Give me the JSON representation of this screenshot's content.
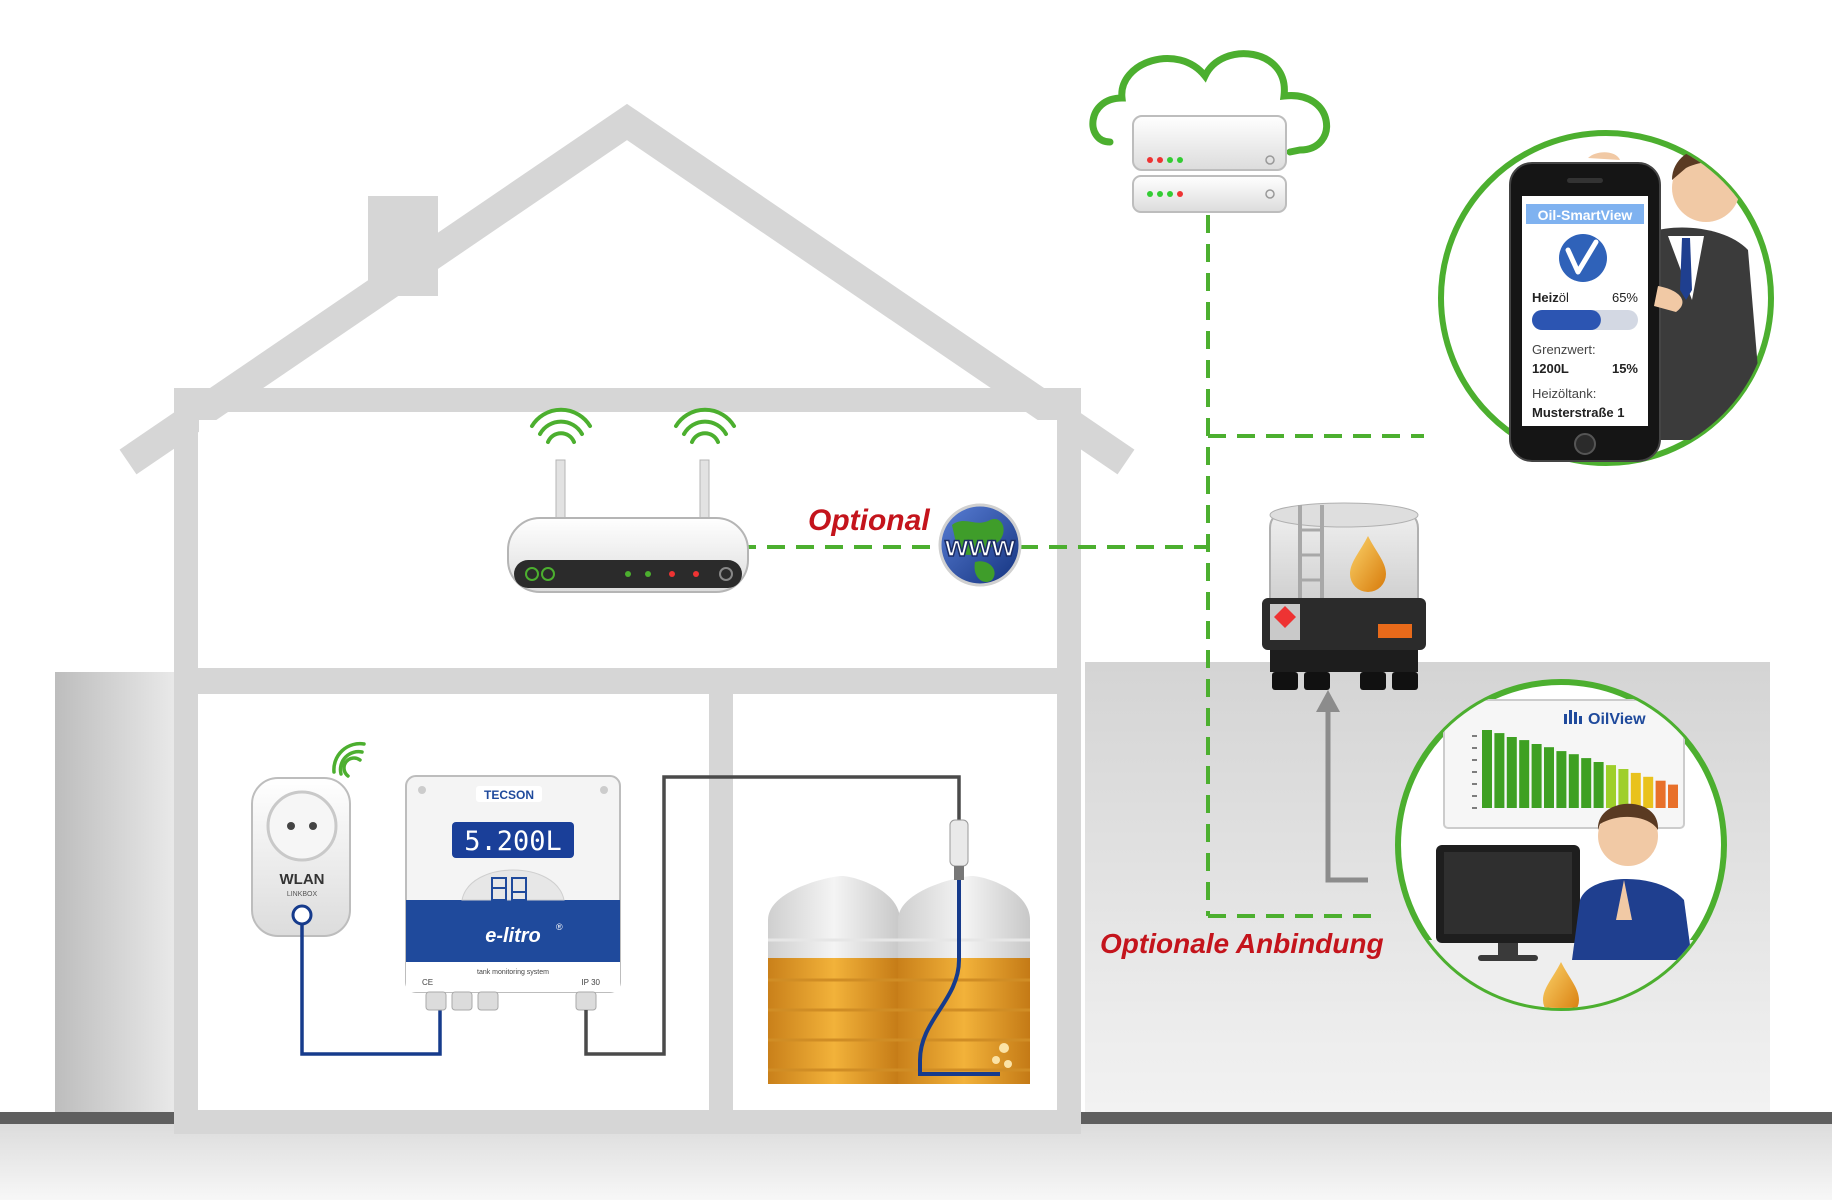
{
  "labels": {
    "optional": "Optional",
    "optionale_anbindung": "Optionale Anbindung",
    "www": "www"
  },
  "wlan_box": {
    "title": "WLAN",
    "subtitle": "LINKBOX"
  },
  "monitor_device": {
    "brand": "TECSON",
    "display_value": "5.200L",
    "product_name": "e-litro",
    "tagline": "tank monitoring system",
    "rating": "IP 30",
    "ce_mark": "CE"
  },
  "smartphone_app": {
    "app_title": "Oil-SmartView",
    "fuel_label_bold": "Heiz",
    "fuel_label_rest": "öl",
    "fuel_percent": "65%",
    "fuel_level": 0.65,
    "threshold_label": "Grenzwert:",
    "threshold_volume": "1200L",
    "threshold_percent": "15%",
    "tank_label": "Heizöltank:",
    "tank_address": "Musterstraße 1"
  },
  "oilview": {
    "title": "OilView",
    "bars": [
      100,
      96,
      91,
      87,
      82,
      78,
      73,
      69,
      64,
      59,
      55,
      50,
      45,
      40,
      35,
      30
    ]
  },
  "colors": {
    "connection_dashed": "#4caf2f",
    "cable_blue": "#163b8c",
    "cable_gray": "#4a4a4a",
    "house_outline": "#d6d6d6",
    "accent_red": "#c4141c",
    "brand_blue": "#1f4a9c",
    "oil_amber": "#e8a21e"
  }
}
